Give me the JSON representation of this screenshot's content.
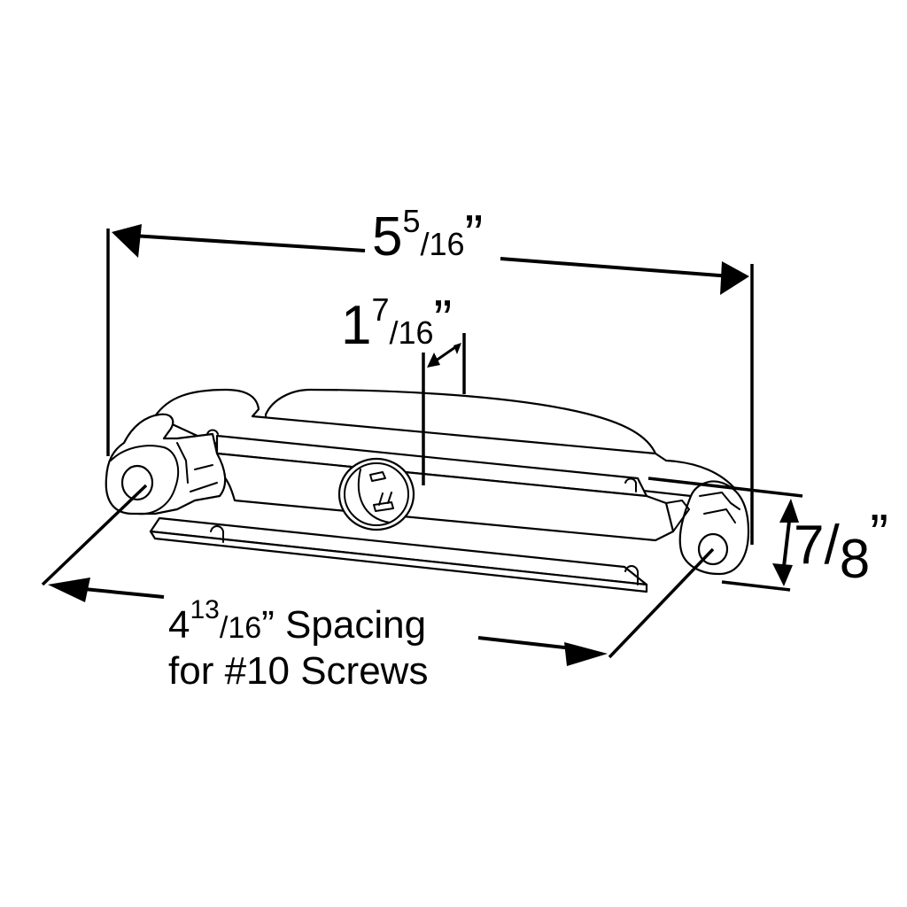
{
  "diagram": {
    "subject": "Surface-mount lamp housing with two mounting ears and center socket",
    "stroke_color": "#000000",
    "background_color": "#ffffff"
  },
  "dimensions": {
    "overall_length": {
      "whole": "5",
      "num": "5",
      "den": "16",
      "unit": "”",
      "value_in": 5.3125
    },
    "socket_offset": {
      "whole": "1",
      "num": "7",
      "den": "16",
      "unit": "”",
      "value_in": 1.4375
    },
    "height": {
      "whole": "",
      "num": "7",
      "den": "8",
      "unit": "”",
      "value_in": 0.875
    },
    "mount_spacing": {
      "whole": "4",
      "num": "13",
      "den": "16",
      "unit": "”",
      "suffix": "Spacing",
      "value_in": 4.8125,
      "note": "for #10 Screws"
    }
  }
}
